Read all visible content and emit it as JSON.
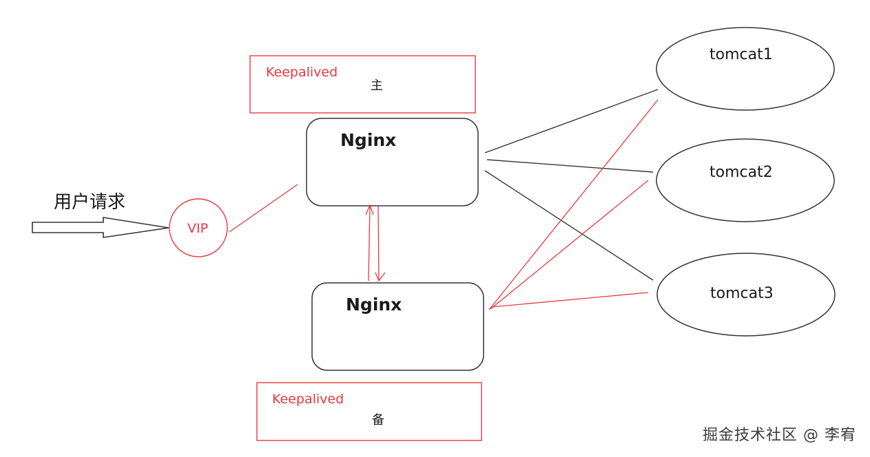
{
  "user_request_label": "用户请求",
  "vip_label": "VIP",
  "keepalived_master": {
    "title": "Keepalived",
    "role": "主"
  },
  "keepalived_backup": {
    "title": "Keepalived",
    "role": "备"
  },
  "nginx_master_label": "Nginx",
  "nginx_backup_label": "Nginx",
  "tomcats": [
    "tomcat1",
    "tomcat2",
    "tomcat3"
  ],
  "watermark": "掘金技术社区 @ 李宥",
  "colors": {
    "black_line": "#333333",
    "red_line": "#e8383d",
    "text_black": "#1a1a1a",
    "text_red": "#e8383d"
  }
}
